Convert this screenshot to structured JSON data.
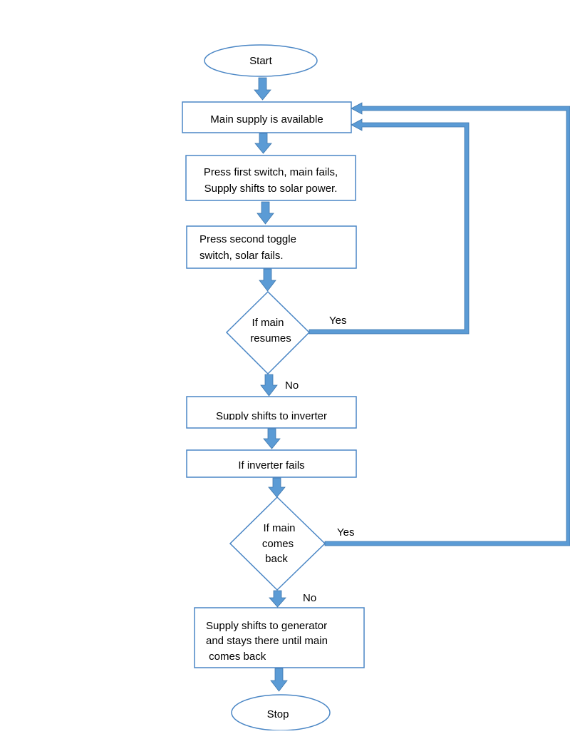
{
  "flowchart": {
    "start": "Start",
    "step_main_available": "Main supply is available",
    "step_first_switch": [
      "Press first switch, main fails,",
      "Supply shifts to solar power."
    ],
    "step_second_toggle": [
      "Press second toggle",
      "switch, solar fails."
    ],
    "decision_main_resumes": [
      "If main",
      "resumes"
    ],
    "step_inverter": "Supply shifts to inverter",
    "step_inverter_fails": "If inverter fails",
    "decision_main_back": [
      "If main",
      "comes",
      "back"
    ],
    "step_generator": [
      "Supply shifts to generator",
      "and stays there until main",
      " comes back"
    ],
    "stop": "Stop",
    "yes_label": "Yes",
    "no_label": "No"
  },
  "colors": {
    "stroke": "#4a86c5",
    "arrow_fill": "#5b9bd5",
    "arrow_edge": "#3f77ad"
  }
}
